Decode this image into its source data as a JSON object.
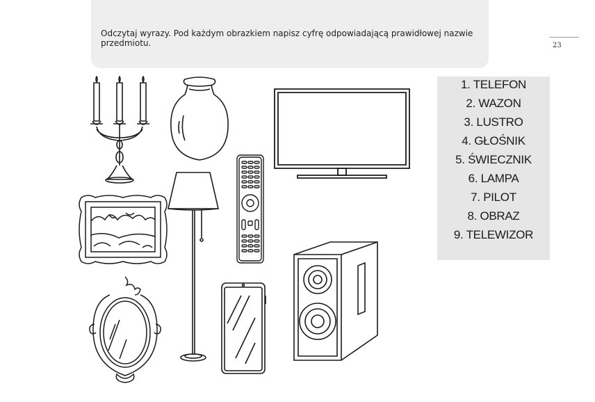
{
  "instruction": {
    "line1": "Odczytaj wyrazy. Pod każdym obrazkiem napisz cyfrę odpowiadającą prawidłowej nazwie",
    "line2": "przedmiotu."
  },
  "page_number": "23",
  "words": [
    "1. TELEFON",
    "2. WAZON",
    "3. LUSTRO",
    "4. GŁOŚNIK",
    "5. ŚWIECZNIK",
    "6. LAMPA",
    "7. PILOT",
    "8. OBRAZ",
    "9. TELEWIZOR"
  ],
  "pictures": [
    "candelabra",
    "vase",
    "tv",
    "remote",
    "floor-lamp",
    "framed-picture",
    "mirror",
    "smartphone",
    "speaker"
  ],
  "colors": {
    "instruction_bg": "#eeeeee",
    "word_box_bg": "#e6e6e6",
    "line": "#1a1a1a"
  }
}
